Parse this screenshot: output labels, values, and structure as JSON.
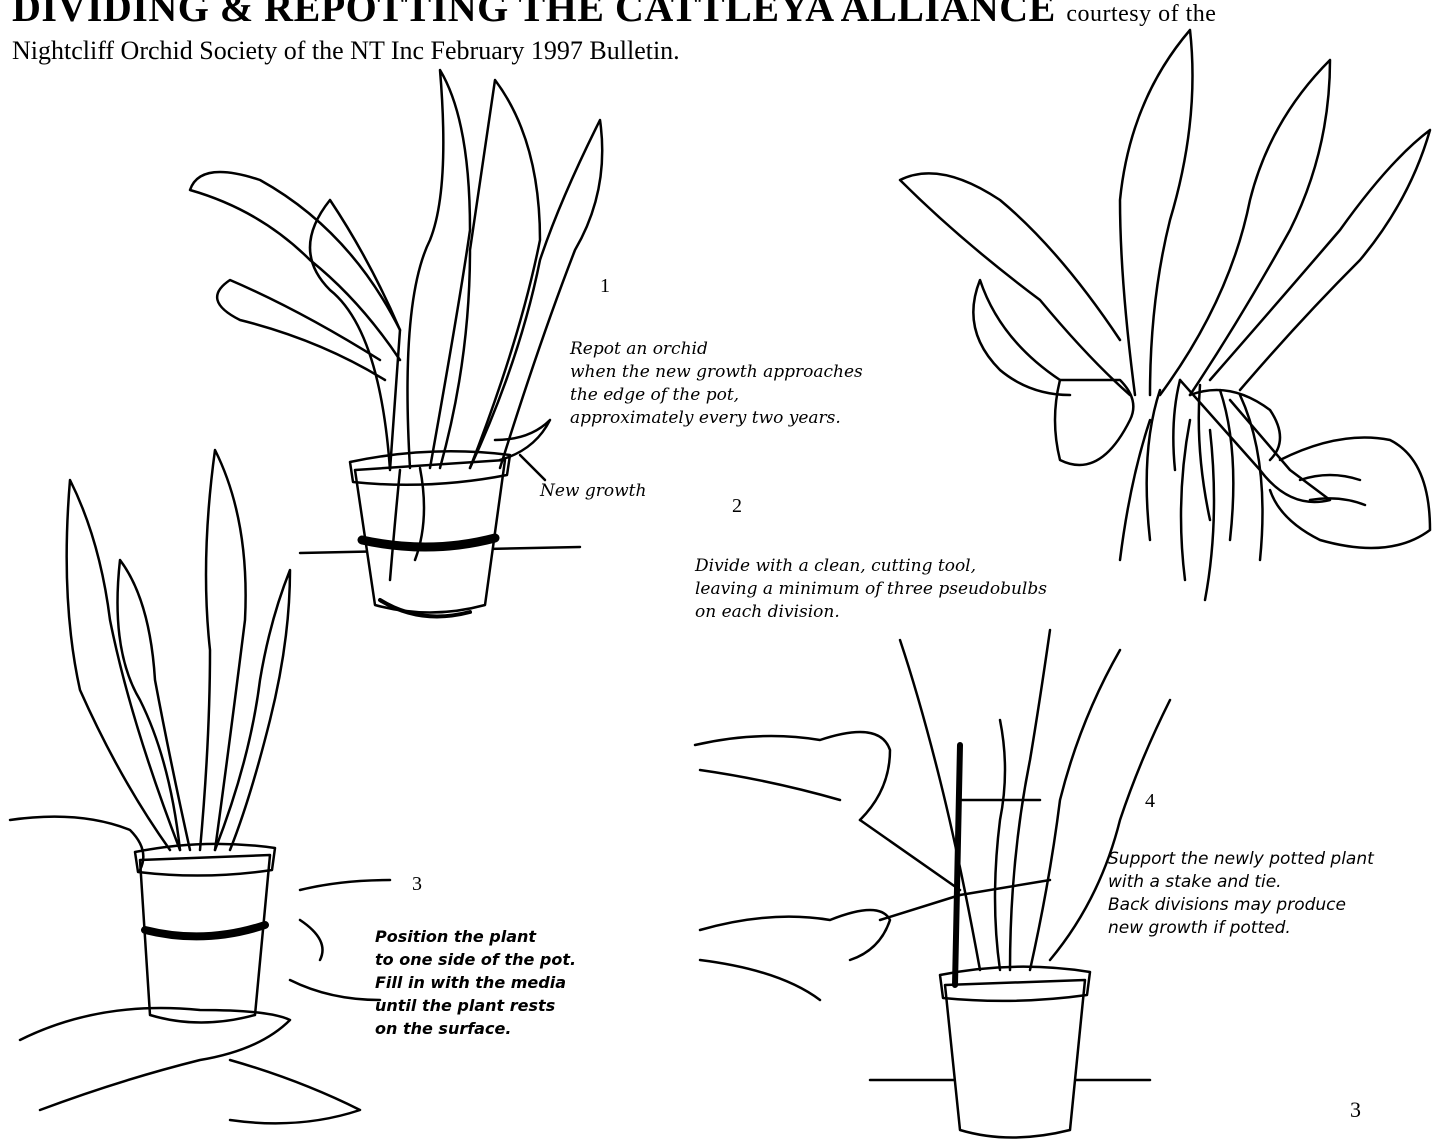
{
  "header": {
    "title": "DIVIDING & REPOTTING THE CATTLEYA ALLIANCE",
    "credit": "courtesy of the",
    "subtitle": "Nightcliff Orchid Society of the NT Inc February 1997 Bulletin."
  },
  "steps": [
    {
      "marker": "1",
      "caption": "Repot an orchid\nwhen the new growth approaches\nthe edge of the pot,\napproximately every two years."
    },
    {
      "marker": "2",
      "caption": "Divide with a clean, cutting tool,\nleaving a minimum of three pseudobulbs\non each division."
    },
    {
      "marker": "3",
      "caption": "Position the plant\nto one side of the pot.\nFill in with the media\nuntil the plant rests\non the surface."
    },
    {
      "marker": "4",
      "caption": "Support the newly potted plant\nwith a stake and tie.\nBack divisions may produce\nnew growth if potted."
    }
  ],
  "labels": {
    "new_growth": "New growth"
  },
  "page_number": "3"
}
